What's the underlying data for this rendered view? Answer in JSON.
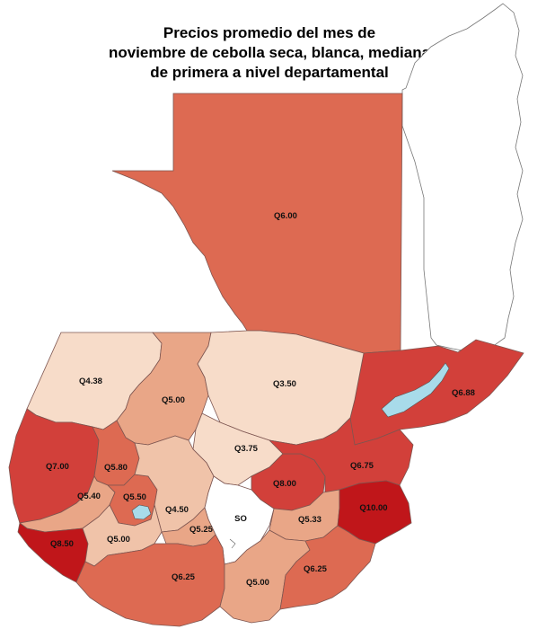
{
  "title_lines": [
    "Precios promedio del mes de",
    "noviembre de cebolla seca, blanca, mediana",
    "de primera a nivel departamental"
  ],
  "colors": {
    "darkest": "#c0161a",
    "dark": "#d2403a",
    "medium": "#dd6a52",
    "light": "#e9a687",
    "lighter": "#f0c3a9",
    "lightest": "#f7dcc9",
    "no_data": "#ffffff",
    "water": "#a8dbea",
    "border": "#7d5550",
    "outline": "#777777"
  },
  "regions": [
    {
      "id": "peten",
      "label": "Q6.00",
      "value": 6.0,
      "color": "#dd6a52"
    },
    {
      "id": "izabal",
      "label": "Q6.88",
      "value": 6.88,
      "color": "#d2403a"
    },
    {
      "id": "huehuetenango",
      "label": "Q4.38",
      "value": 4.38,
      "color": "#f7dcc9"
    },
    {
      "id": "quiche",
      "label": "Q5.00",
      "value": 5.0,
      "color": "#e9a687"
    },
    {
      "id": "alta-verapaz",
      "label": "Q3.50",
      "value": 3.5,
      "color": "#f7dcc9"
    },
    {
      "id": "baja-verapaz",
      "label": "Q3.75",
      "value": 3.75,
      "color": "#f7dcc9"
    },
    {
      "id": "san-marcos",
      "label": "Q7.00",
      "value": 7.0,
      "color": "#d2403a"
    },
    {
      "id": "totonicapan",
      "label": "Q5.80",
      "value": 5.8,
      "color": "#dd6a52"
    },
    {
      "id": "quetzaltenango",
      "label": "Q5.40",
      "value": 5.4,
      "color": "#e9a687"
    },
    {
      "id": "solola",
      "label": "Q5.50",
      "value": 5.5,
      "color": "#dd6a52"
    },
    {
      "id": "chimaltenango",
      "label": "Q4.50",
      "value": 4.5,
      "color": "#f0c3a9"
    },
    {
      "id": "el-progreso",
      "label": "Q8.00",
      "value": 8.0,
      "color": "#d2403a"
    },
    {
      "id": "zacapa",
      "label": "Q6.75",
      "value": 6.75,
      "color": "#d2403a"
    },
    {
      "id": "guatemala",
      "label": "SO",
      "value": null,
      "color": "#ffffff"
    },
    {
      "id": "jalapa",
      "label": "Q5.33",
      "value": 5.33,
      "color": "#e9a687"
    },
    {
      "id": "chiquimula",
      "label": "Q10.00",
      "value": 10.0,
      "color": "#c0161a"
    },
    {
      "id": "retalhuleu",
      "label": "Q8.50",
      "value": 8.5,
      "color": "#c0161a"
    },
    {
      "id": "suchitepequez",
      "label": "Q5.00",
      "value": 5.0,
      "color": "#f0c3a9"
    },
    {
      "id": "sacatepequez",
      "label": "Q5.25",
      "value": 5.25,
      "color": "#e9a687"
    },
    {
      "id": "escuintla",
      "label": "Q6.25",
      "value": 6.25,
      "color": "#dd6a52"
    },
    {
      "id": "santa-rosa",
      "label": "Q5.00",
      "value": 5.0,
      "color": "#e9a687"
    },
    {
      "id": "jutiapa",
      "label": "Q6.25",
      "value": 6.25,
      "color": "#dd6a52"
    }
  ]
}
